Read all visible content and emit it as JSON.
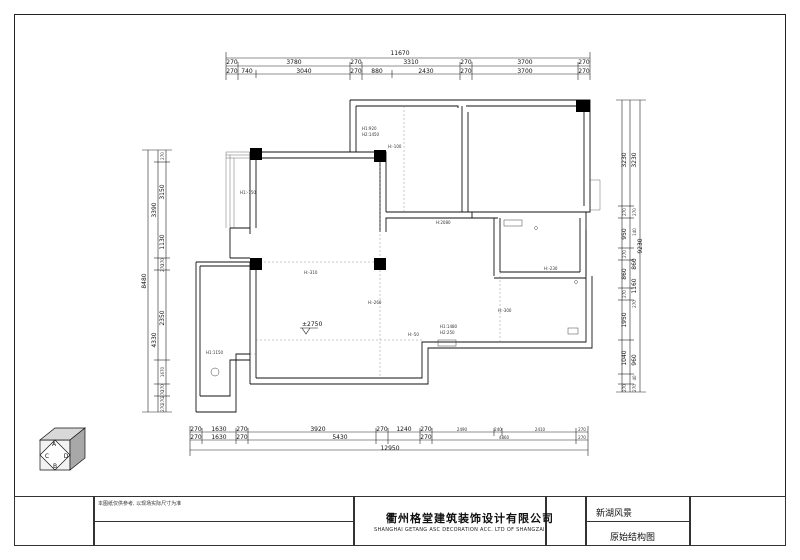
{
  "dimensions": {
    "top_total": "11670",
    "top_row1": [
      "270",
      "3780",
      "270",
      "3310",
      "270",
      "3700",
      "270"
    ],
    "top_row2": [
      "270",
      "740",
      "3040",
      "270",
      "880",
      "2430",
      "270",
      "3700",
      "270"
    ],
    "bottom_row1": [
      "270",
      "1630",
      "270",
      "3920",
      "270",
      "1240",
      "270",
      "2490",
      "240",
      "2410",
      "270"
    ],
    "bottom_row2": [
      "270",
      "1630",
      "270",
      "5430",
      "270",
      "4860",
      "270"
    ],
    "bottom_total": "12950",
    "left_total": "8480",
    "left_row1": [
      "270",
      "3150",
      "3390",
      "1130",
      "270",
      "270",
      "4330",
      "2350",
      "1670",
      "270",
      "270",
      "270",
      "270"
    ],
    "right_total": "9230",
    "right_row1": [
      "3230",
      "270",
      "950",
      "270",
      "860",
      "270",
      "1950",
      "1040",
      "270"
    ],
    "right_row2": [
      "3230",
      "270",
      "140",
      "860",
      "1160",
      "270",
      "960",
      "40",
      "270"
    ]
  },
  "annotations": {
    "h1": "H1:920",
    "h2": "H2:1450",
    "beam_top": "H:-100",
    "beam_left": "H1:-150",
    "beam_mid": "H:2080",
    "beam_center": "H:-310",
    "beam_right": "H:-230",
    "beam_vert": "H:-260",
    "beam_r300": "H:-300",
    "beam_bottom": "H:-50",
    "window_h1": "H1:1480",
    "window_h2": "H2:250",
    "bay_h": "H1:1150",
    "elevation": "±2750"
  },
  "legend": {
    "letters": [
      "A",
      "C",
      "D",
      "B"
    ]
  },
  "title_block": {
    "notes": "本图纸仅供参考, 以现场实际尺寸为准",
    "company_cn": "衢州格堂建筑装饰设计有限公司",
    "company_en": "SHANGHAI GETANG ASC DECORATION ACC. LTD OF SHANGZAI",
    "project_name": "新湖风景",
    "drawing_name": "原始结构图"
  }
}
